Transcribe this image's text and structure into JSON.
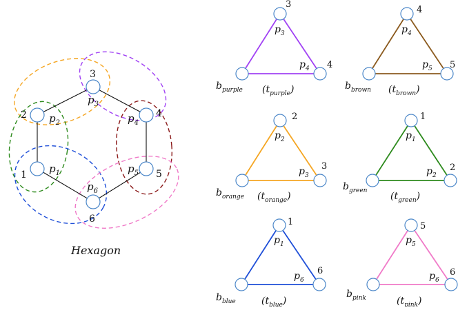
{
  "hexagon": {
    "caption": "Hexagon",
    "vertices": [
      {
        "number": "1",
        "label": "p",
        "sub": "1"
      },
      {
        "number": "2",
        "label": "p",
        "sub": "2"
      },
      {
        "number": "3",
        "label": "p",
        "sub": "3"
      },
      {
        "number": "4",
        "label": "p",
        "sub": "4"
      },
      {
        "number": "5",
        "label": "p",
        "sub": "5"
      },
      {
        "number": "6",
        "label": "p",
        "sub": "6"
      }
    ],
    "groups": [
      {
        "name": "orange",
        "color": "#f5a623"
      },
      {
        "name": "purple",
        "color": "#a142f4"
      },
      {
        "name": "green",
        "color": "#2e8b1e"
      },
      {
        "name": "brown",
        "color": "#8b1a1a"
      },
      {
        "name": "blue",
        "color": "#1f4fd8"
      },
      {
        "name": "pink",
        "color": "#f07ac8"
      }
    ]
  },
  "triangles": [
    {
      "name": "purple",
      "color": "#a142f4",
      "top_number": "3",
      "top_label": "p",
      "top_sub": "3",
      "right_number": "4",
      "right_label": "p",
      "right_sub": "4",
      "base_label": "b",
      "base_sub": "purple",
      "t_label": "t",
      "t_sub": "purple"
    },
    {
      "name": "brown",
      "color": "#8b5a1e",
      "top_number": "4",
      "top_label": "p",
      "top_sub": "4",
      "right_number": "5",
      "right_label": "p",
      "right_sub": "5",
      "base_label": "b",
      "base_sub": "brown",
      "t_label": "t",
      "t_sub": "brown"
    },
    {
      "name": "orange",
      "color": "#f5a623",
      "top_number": "2",
      "top_label": "p",
      "top_sub": "2",
      "right_number": "3",
      "right_label": "p",
      "right_sub": "3",
      "base_label": "b",
      "base_sub": "orange",
      "t_label": "t",
      "t_sub": "orange"
    },
    {
      "name": "green",
      "color": "#2e8b1e",
      "top_number": "1",
      "top_label": "p",
      "top_sub": "1",
      "right_number": "2",
      "right_label": "p",
      "right_sub": "2",
      "base_label": "b",
      "base_sub": "green",
      "t_label": "t",
      "t_sub": "green"
    },
    {
      "name": "blue",
      "color": "#1f4fd8",
      "top_number": "1",
      "top_label": "p",
      "top_sub": "1",
      "right_number": "6",
      "right_label": "p",
      "right_sub": "6",
      "base_label": "b",
      "base_sub": "blue",
      "t_label": "t",
      "t_sub": "blue"
    },
    {
      "name": "pink",
      "color": "#f07ac8",
      "top_number": "5",
      "top_label": "p",
      "top_sub": "5",
      "right_number": "6",
      "right_label": "p",
      "right_sub": "6",
      "base_label": "b",
      "base_sub": "pink",
      "t_label": "t",
      "t_sub": "pink"
    }
  ]
}
